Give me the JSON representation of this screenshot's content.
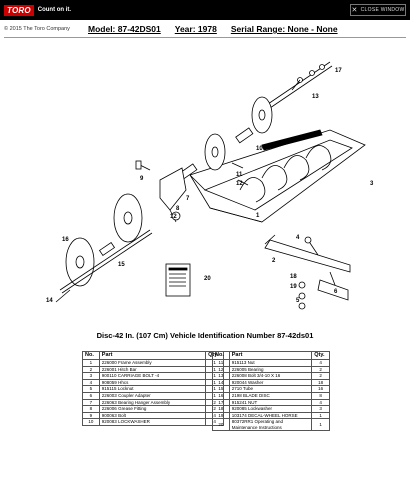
{
  "header": {
    "brand": "TORO",
    "tagline": "Count on it.",
    "close_label": "CLOSE WINDOW"
  },
  "copyright": "© 2015 The Toro Company",
  "model": {
    "model": "Model:  87-42DS01",
    "year": "Year:  1978",
    "serial": "Serial Range:  None - None"
  },
  "figure_title": "Disc-42 In. (107 Cm) Vehicle Identification Number 87-42ds01",
  "diagram": {
    "callouts": [
      "1",
      "2",
      "3",
      "4",
      "5",
      "6",
      "7",
      "8",
      "9",
      "10",
      "11",
      "12",
      "13",
      "14",
      "15",
      "16",
      "17",
      "18",
      "19",
      "20"
    ],
    "manual_label": "20"
  },
  "parts_table": {
    "headers": {
      "no": "No.",
      "part": "Part",
      "qty": "Qty."
    },
    "left": [
      {
        "no": "1",
        "part": "226000 Frame Assembly",
        "qty": "1"
      },
      {
        "no": "2",
        "part": "226001 Hitch Bar",
        "qty": "1"
      },
      {
        "no": "3",
        "part": "900110 CARRIAGE BOLT -4",
        "qty": "1"
      },
      {
        "no": "4",
        "part": "908059 Hhcs",
        "qty": "1"
      },
      {
        "no": "5",
        "part": "915115 Locknut",
        "qty": "1"
      },
      {
        "no": "6",
        "part": "226003 Coupler Adapter",
        "qty": "1"
      },
      {
        "no": "7",
        "part": "226063 Bearing Hanger Assembly",
        "qty": "2"
      },
      {
        "no": "8",
        "part": "226006 Grease Fitting",
        "qty": "2"
      },
      {
        "no": "9",
        "part": "900063 Bolt",
        "qty": "4"
      },
      {
        "no": "10",
        "part": "920083 LOCKWASHER",
        "qty": "4"
      }
    ],
    "right": [
      {
        "no": "11",
        "part": "915113 Nut",
        "qty": "4"
      },
      {
        "no": "12",
        "part": "226005 Bearing",
        "qty": "2"
      },
      {
        "no": "13",
        "part": "226008 Bolt 3/4-10 X 16",
        "qty": "2"
      },
      {
        "no": "14",
        "part": "920044 Washer",
        "qty": "18"
      },
      {
        "no": "15",
        "part": "2710 Tube",
        "qty": "16"
      },
      {
        "no": "16",
        "part": "2198 BLADE DISC",
        "qty": "8"
      },
      {
        "no": "17",
        "part": "915241 NUT",
        "qty": "4"
      },
      {
        "no": "18",
        "part": "920085 Lockwasher",
        "qty": "3"
      },
      {
        "no": "19",
        "part": "103174 DECAL-WHEEL HORSE",
        "qty": "1"
      },
      {
        "no": "20",
        "part": "80372RR1 Operating and Maintenance Instructions",
        "qty": "1"
      }
    ]
  }
}
